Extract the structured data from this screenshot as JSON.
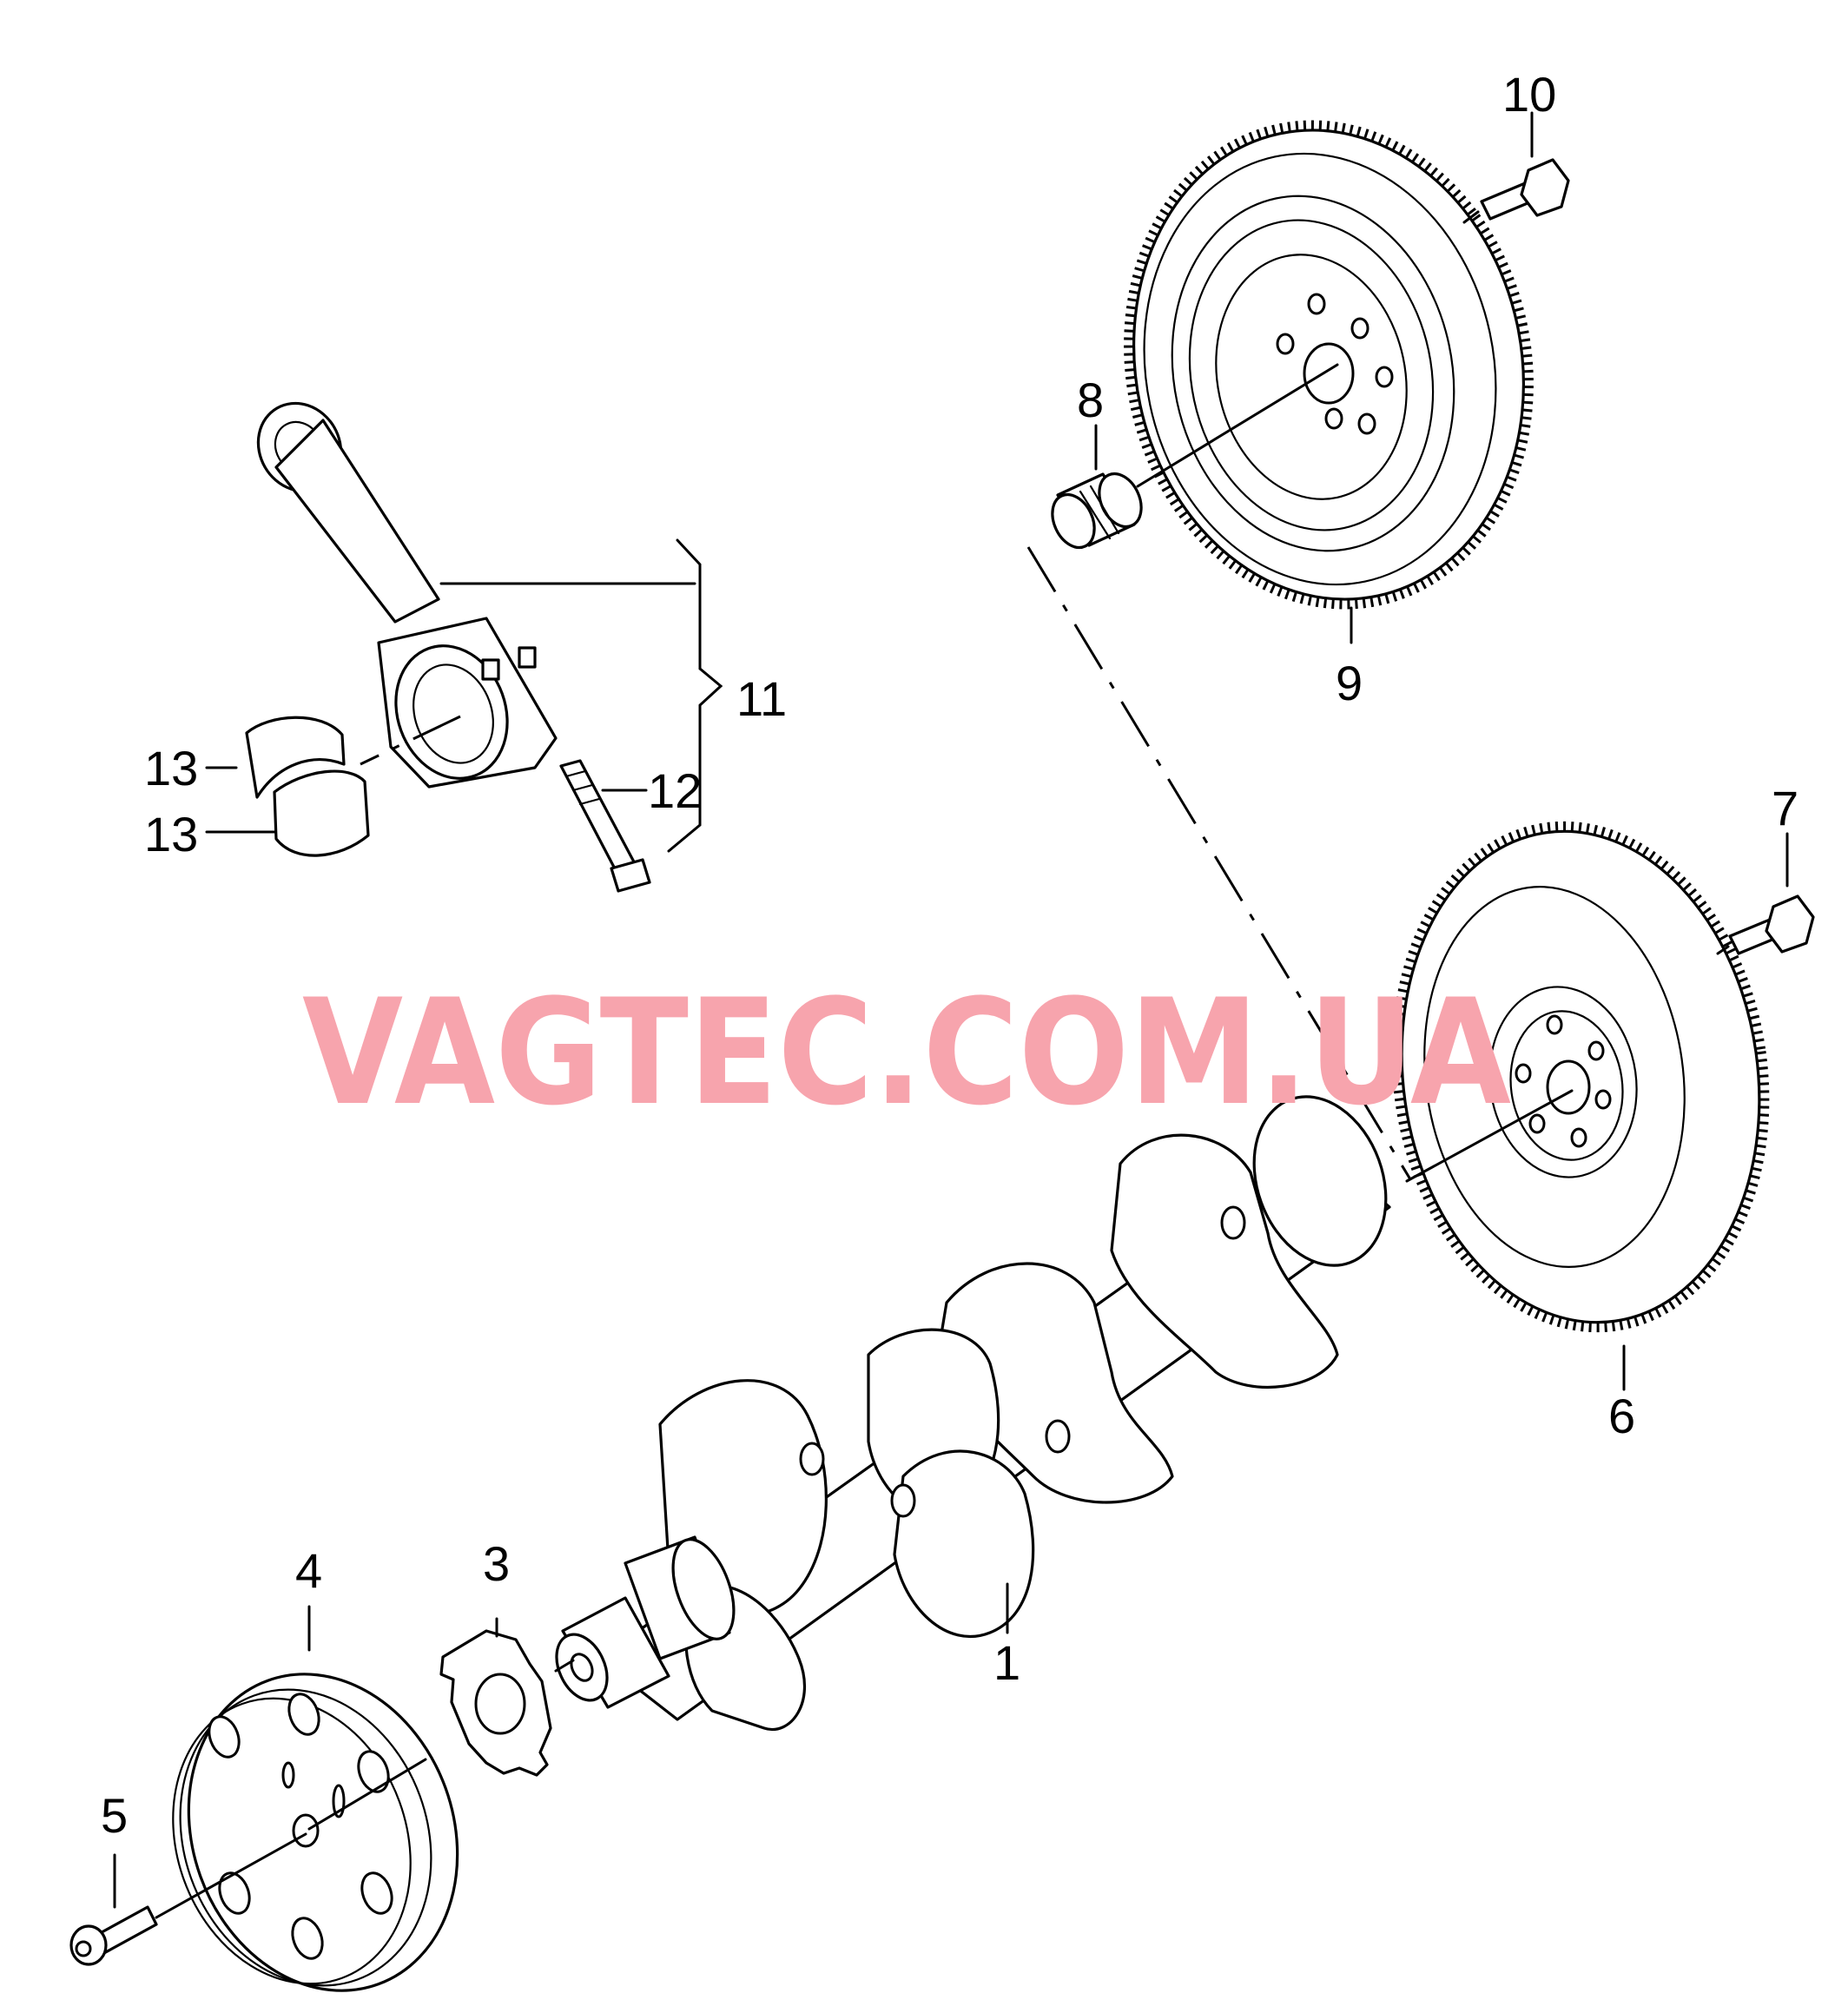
{
  "watermark": "VAGTEC.COM.UA",
  "callouts": {
    "c1": "1",
    "c2": "3",
    "c3": "4",
    "c4": "5",
    "c5": "6",
    "c6": "7",
    "c7": "8",
    "c8": "9",
    "c9": "10",
    "c10": "11",
    "c11": "12",
    "c12": "13",
    "c13": "13"
  }
}
